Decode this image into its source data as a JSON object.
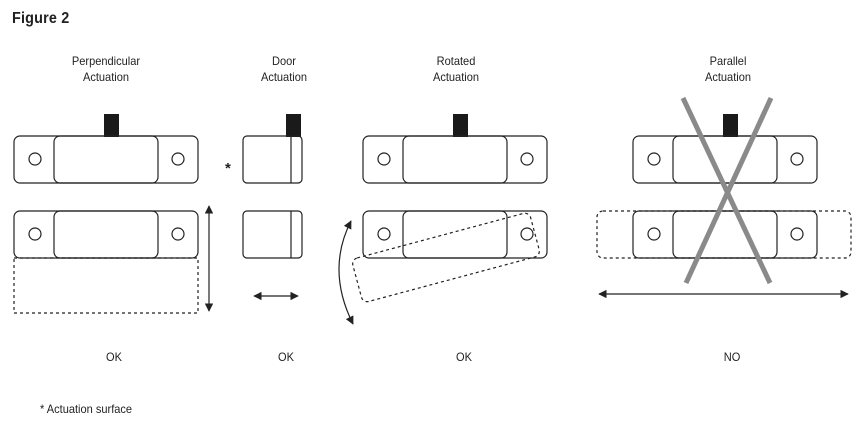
{
  "figure": {
    "title": "Figure 2"
  },
  "panels": [
    {
      "id": "perpendicular",
      "heading_line1": "Perpendicular",
      "heading_line2": "Actuation",
      "verdict": "OK"
    },
    {
      "id": "door",
      "heading_line1": "Door",
      "heading_line2": "Actuation",
      "verdict": "OK"
    },
    {
      "id": "rotated",
      "heading_line1": "Rotated",
      "heading_line2": "Actuation",
      "verdict": "OK"
    },
    {
      "id": "parallel",
      "heading_line1": "Parallel",
      "heading_line2": "Actuation",
      "verdict": "NO"
    }
  ],
  "actuation_marker": "*",
  "footnote": "* Actuation surface",
  "colors": {
    "line": "#222222",
    "cable": "#1a1a1a",
    "cross": "#8a8a8a",
    "background": "#ffffff"
  }
}
